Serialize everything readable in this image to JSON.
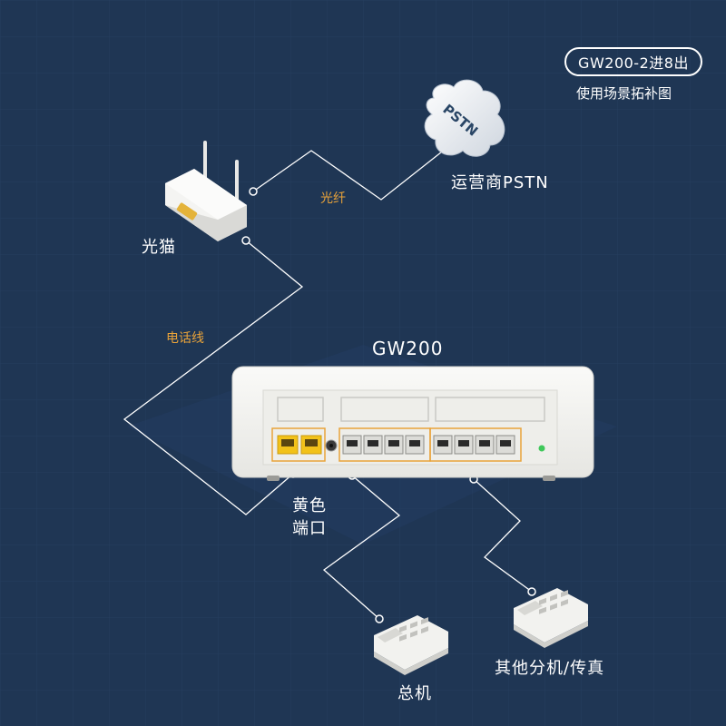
{
  "header": {
    "badge": "GW200-2进8出",
    "subtitle": "使用场景拓补图"
  },
  "cloud": {
    "text": "PSTN",
    "label": "运营商PSTN"
  },
  "router": {
    "label": "光猫"
  },
  "links": {
    "fiber": "光纤",
    "phone_line": "电话线"
  },
  "gateway": {
    "name": "GW200",
    "yellow_port_label_1": "黄色",
    "yellow_port_label_2": "端口"
  },
  "devices": {
    "main_phone": "总机",
    "extensions": "其他分机/传真"
  },
  "colors": {
    "background": "#1f3654",
    "accent_orange": "#e9a33a",
    "port_yellow": "#f2c21a",
    "device_white": "#f2f2ef",
    "led_green": "#3fc85a"
  }
}
